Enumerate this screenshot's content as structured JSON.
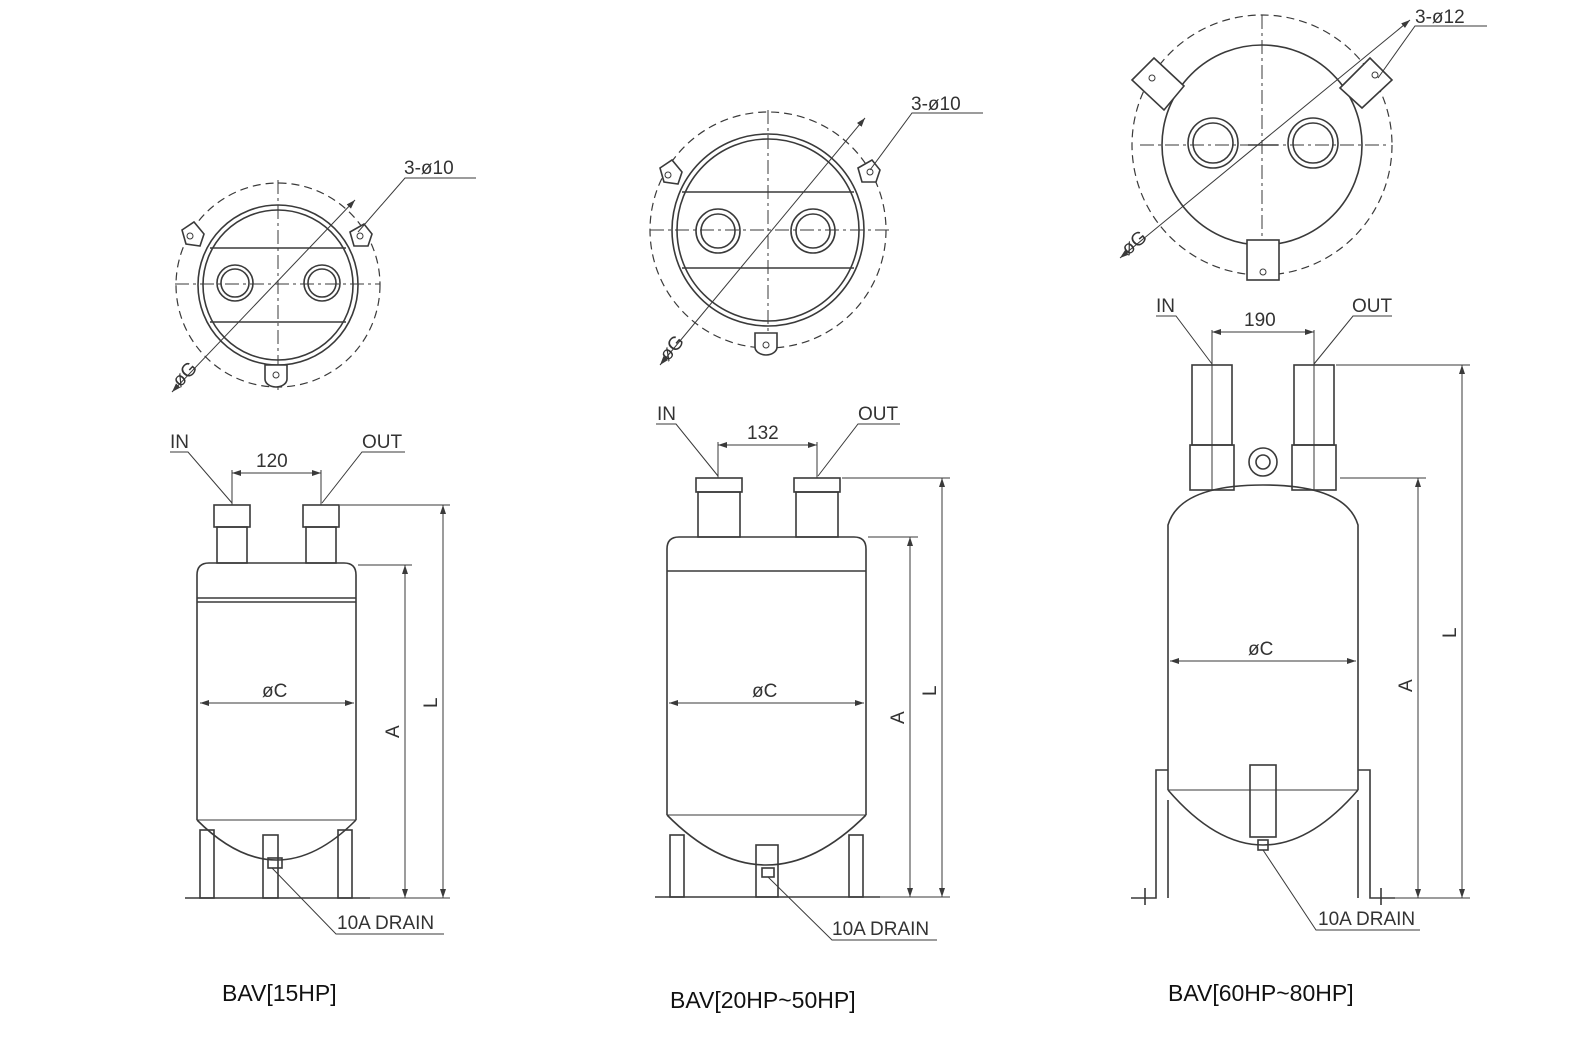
{
  "drawings": [
    {
      "title": "BAV[15HP]",
      "holes": "3-ø10",
      "outer_dia": "øG",
      "in": "IN",
      "out": "OUT",
      "spacing": "120",
      "body_dia": "øC",
      "dim_a": "A",
      "dim_l": "L",
      "drain": "10A DRAIN"
    },
    {
      "title": "BAV[20HP~50HP]",
      "holes": "3-ø10",
      "outer_dia": "øG",
      "in": "IN",
      "out": "OUT",
      "spacing": "132",
      "body_dia": "øC",
      "dim_a": "A",
      "dim_l": "L",
      "drain": "10A DRAIN"
    },
    {
      "title": "BAV[60HP~80HP]",
      "holes": "3-ø12",
      "outer_dia": "øG",
      "in": "IN",
      "out": "OUT",
      "spacing": "190",
      "body_dia": "øC",
      "dim_a": "A",
      "dim_l": "L",
      "drain": "10A DRAIN"
    }
  ]
}
